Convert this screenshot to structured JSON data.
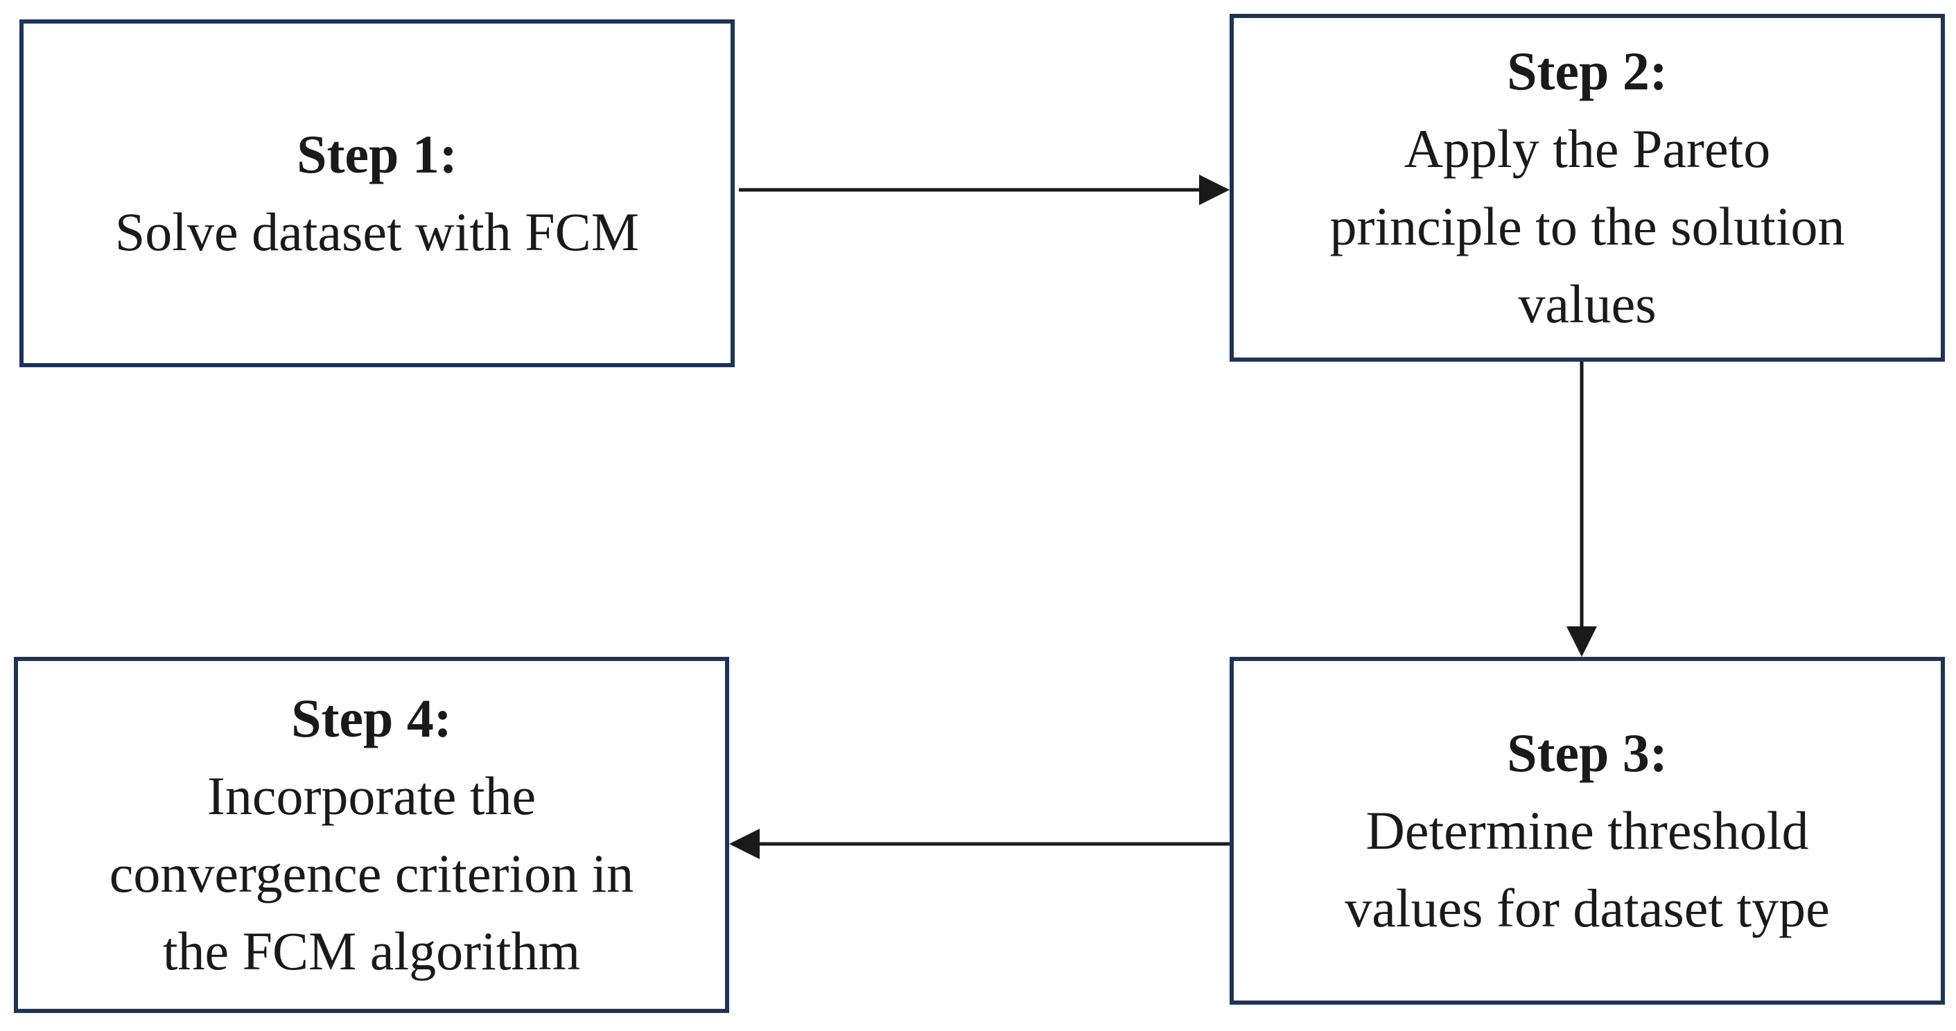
{
  "steps": [
    {
      "title": "Step 1:",
      "text": "Solve dataset with FCM"
    },
    {
      "title": "Step 2:",
      "text": "Apply the Pareto\nprinciple to the solution\nvalues"
    },
    {
      "title": "Step 3:",
      "text": "Determine threshold\nvalues for dataset type"
    },
    {
      "title": "Step 4:",
      "text": "Incorporate the\nconvergence criterion in\nthe FCM algorithm"
    }
  ],
  "colors": {
    "box_border": "#1f3357",
    "arrow": "#1a1a1a"
  }
}
